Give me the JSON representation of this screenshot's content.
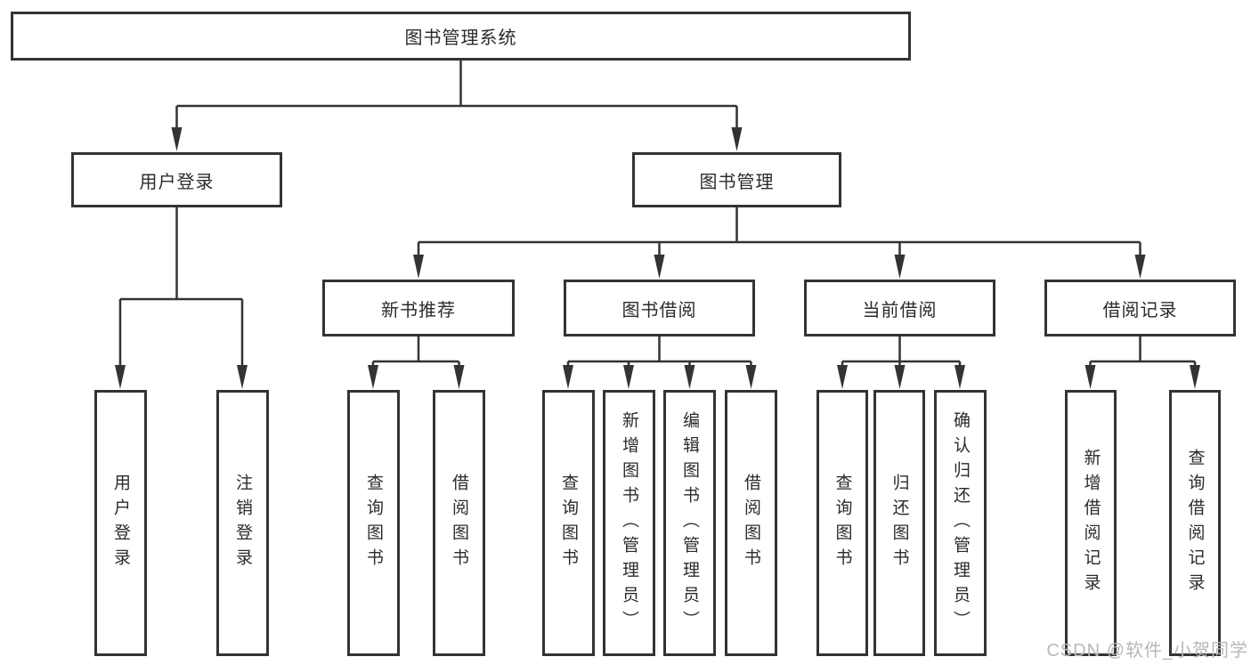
{
  "tree": {
    "label": "图书管理系统",
    "children": [
      {
        "label": "用户登录",
        "children": [
          {
            "label": "用户登录"
          },
          {
            "label": "注销登录"
          }
        ]
      },
      {
        "label": "图书管理",
        "children": [
          {
            "label": "新书推荐",
            "children": [
              {
                "label": "查询图书"
              },
              {
                "label": "借阅图书"
              }
            ]
          },
          {
            "label": "图书借阅",
            "children": [
              {
                "label": "查询图书"
              },
              {
                "label": "新增图书（管理员）"
              },
              {
                "label": "编辑图书（管理员）"
              },
              {
                "label": "借阅图书"
              }
            ]
          },
          {
            "label": "当前借阅",
            "children": [
              {
                "label": "查询图书"
              },
              {
                "label": "归还图书"
              },
              {
                "label": "确认归还（管理员）"
              }
            ]
          },
          {
            "label": "借阅记录",
            "children": [
              {
                "label": "新增借阅记录"
              },
              {
                "label": "查询借阅记录"
              }
            ]
          }
        ]
      }
    ]
  },
  "watermark": {
    "text": "CSDN @软件_小贺同学"
  },
  "colors": {
    "line": "#333333",
    "border": "#333333",
    "text": "#2b2b2b",
    "watermark": "#b8b8b8",
    "background": "#ffffff"
  }
}
